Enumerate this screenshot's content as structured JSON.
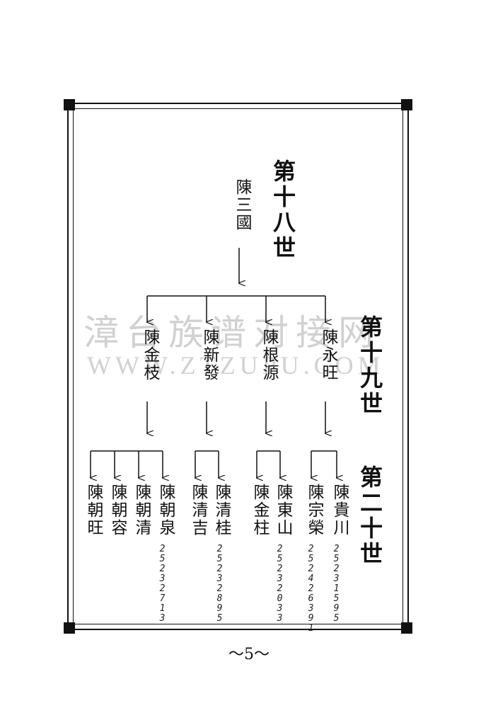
{
  "generations": {
    "g18": "第十八世",
    "g19": "第十九世",
    "g20": "第二十世"
  },
  "root": "陳三國",
  "gen19_names": [
    "陳永旺",
    "陳根源",
    "陳新發",
    "陳金枝"
  ],
  "gen20_names": [
    "陳貴川",
    "陳宗榮",
    "陳東山",
    "陳金柱",
    "陳清桂",
    "陳清吉",
    "陳朝泉",
    "陳朝清",
    "陳朝容",
    "陳朝旺"
  ],
  "handwritten_ids": [
    "25231595",
    "252426391",
    "25232033",
    "25232895",
    "25232713"
  ],
  "watermark": {
    "chinese": "漳台族谱对接网",
    "url": "WWW.ZTZUPU.COM"
  },
  "page_number": "～5～"
}
